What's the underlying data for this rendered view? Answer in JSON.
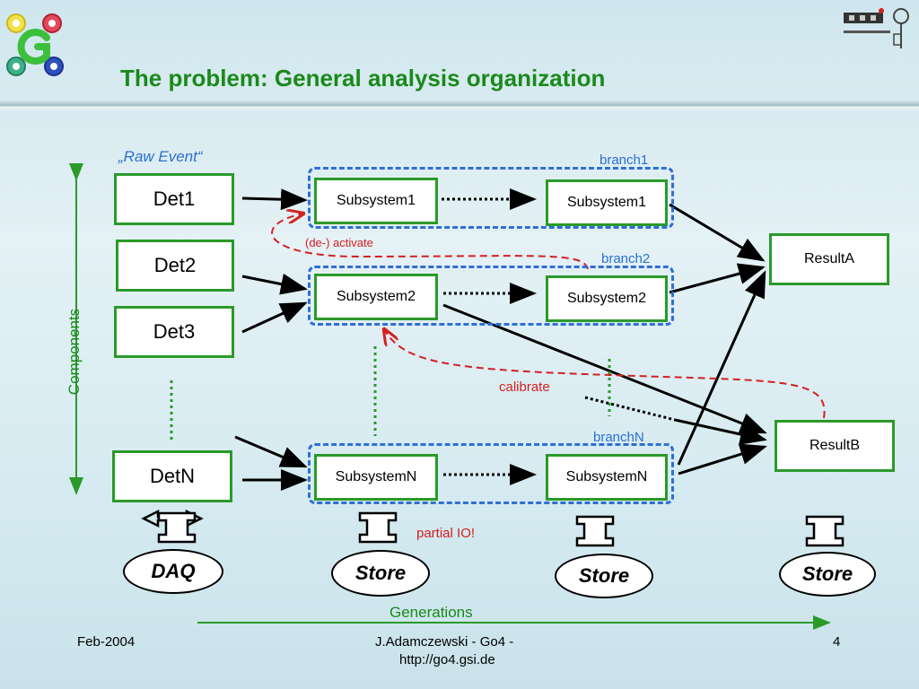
{
  "slide": {
    "title": "The problem: General analysis organization",
    "raw_event_label": "„Raw Event“",
    "components_label": "Components",
    "generations_label": "Generations"
  },
  "detectors": [
    "Det1",
    "Det2",
    "Det3",
    "DetN"
  ],
  "branches": [
    {
      "label": "branch1",
      "subsystem_left": "Subsystem1",
      "subsystem_right": "Subsystem1"
    },
    {
      "label": "branch2",
      "subsystem_left": "Subsystem2",
      "subsystem_right": "Subsystem2"
    },
    {
      "label": "branchN",
      "subsystem_left": "SubsystemN",
      "subsystem_right": "SubsystemN"
    }
  ],
  "results": [
    "ResultA",
    "ResultB"
  ],
  "annotations": {
    "activate": "(de-) activate",
    "calibrate": "calibrate",
    "partial_io": "partial IO!"
  },
  "storage": {
    "daq": "DAQ",
    "store": "Store"
  },
  "footer": {
    "date": "Feb-2004",
    "author_line1": "J.Adamczewski - Go4 -",
    "author_line2": "http://go4.gsi.de",
    "page": "4"
  },
  "colors": {
    "title_green": "#1a8a1a",
    "box_border": "#2a9a2a",
    "branch_blue": "#2f6fd6",
    "annotation_red": "#d42020"
  }
}
